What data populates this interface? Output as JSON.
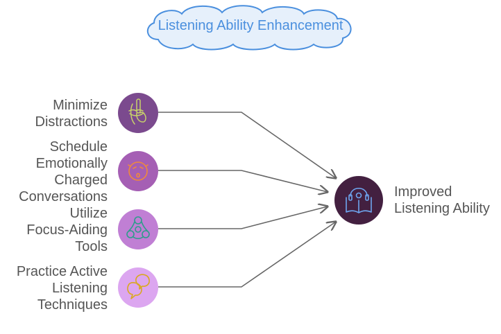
{
  "title": "Listening Ability Enhancement",
  "strategies": [
    {
      "label_lines": [
        "Minimize",
        "Distractions"
      ],
      "color": "#7b4a8e",
      "icon": "shush-icon"
    },
    {
      "label_lines": [
        "Schedule",
        "Emotionally",
        "Charged",
        "Conversations"
      ],
      "color": "#a55fb4",
      "icon": "face-icon"
    },
    {
      "label_lines": [
        "Utilize",
        "Focus-Aiding",
        "Tools"
      ],
      "color": "#c07fd4",
      "icon": "fidget-spinner-icon"
    },
    {
      "label_lines": [
        "Practice Active",
        "Listening",
        "Techniques"
      ],
      "color": "#dca6f0",
      "icon": "chat-bubbles-icon"
    }
  ],
  "outcome": {
    "label_lines": [
      "Improved",
      "Listening Ability"
    ],
    "color": "#432040",
    "icon": "headphones-book-icon"
  },
  "colors": {
    "title_stroke": "#4a8fde",
    "title_fill": "#e6f0fb",
    "connector": "#666666",
    "text": "#555555"
  }
}
